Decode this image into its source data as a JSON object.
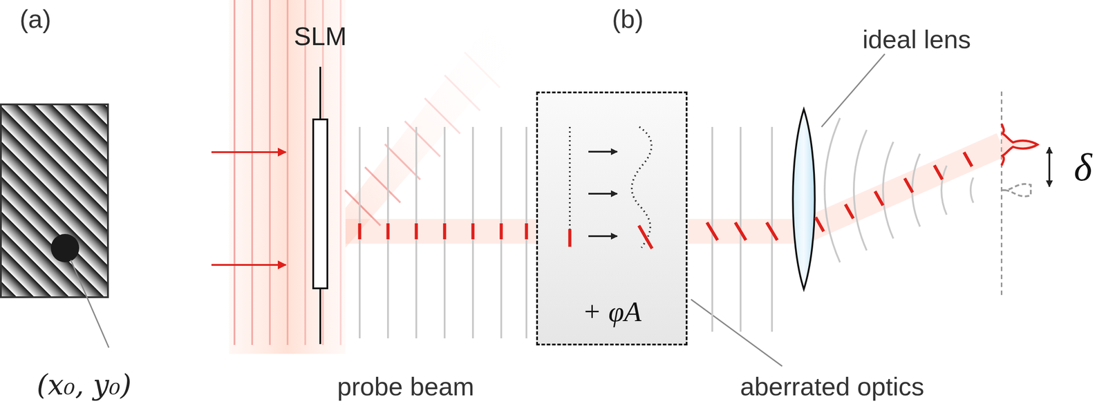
{
  "diagram": {
    "nodes": [
      {
        "text": [
          "SLM"
        ]
      },
      {
        "text": [
          "+ φA"
        ]
      }
    ],
    "labels": [
      "(a)",
      "(b)",
      "(x₀, y₀)",
      "probe beam",
      "aberrated optics",
      "ideal lens",
      "δ"
    ]
  }
}
